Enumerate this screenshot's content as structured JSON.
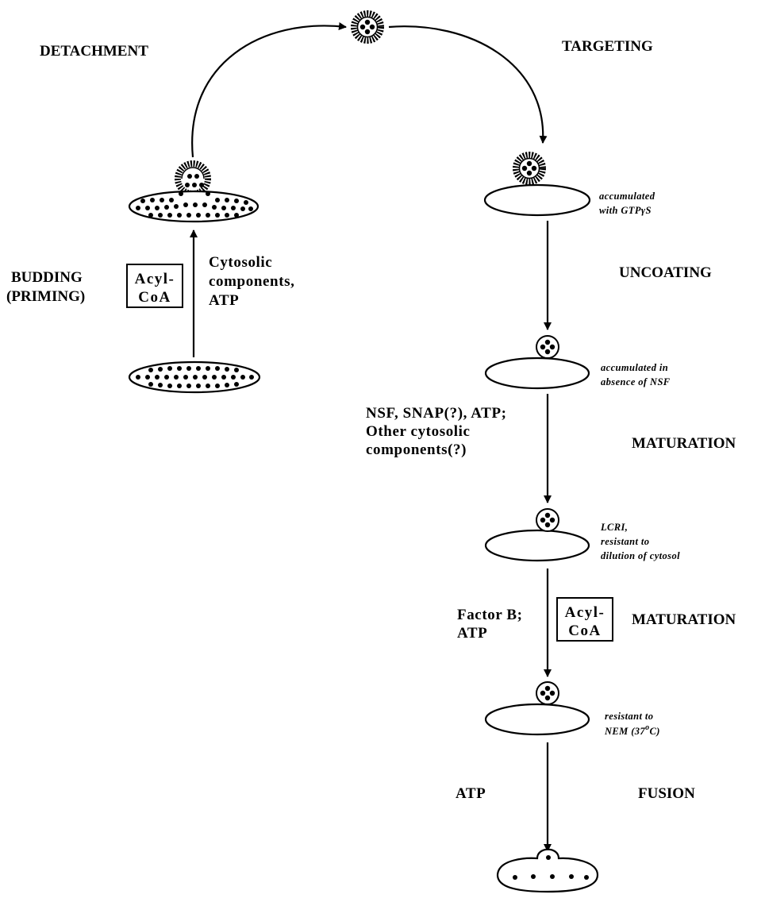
{
  "stages": {
    "detachment": "DETACHMENT",
    "targeting": "TARGETING",
    "budding": "BUDDING",
    "priming": "(PRIMING)",
    "uncoating": "UNCOATING",
    "maturation_1": "MATURATION",
    "maturation_2": "MATURATION",
    "fusion": "FUSION"
  },
  "acyl_coa": {
    "line1": "Acyl-",
    "line2": "CoA"
  },
  "conditions": {
    "budding_line1": "Cytosolic",
    "budding_line2": "components,",
    "budding_line3": "ATP",
    "maturation1_line1": "NSF, SNAP(?), ATP;",
    "maturation1_line2": "Other cytosolic",
    "maturation1_line3": "components(?)",
    "maturation2_line1": "Factor B;",
    "maturation2_line2": "ATP",
    "fusion": "ATP"
  },
  "notes": {
    "gtp_line1": "accumulated",
    "gtp_line2": "with GTPγS",
    "nsf_line1": "accumulated   in",
    "nsf_line2": "absence of NSF",
    "lcri_line1": "LCRI,",
    "lcri_line2": "resistant  to",
    "lcri_line3": "dilution   of  cytosol",
    "nem_line1": "resistant   to",
    "nem_line2": "NEM (37",
    "nem_deg": "o",
    "nem_line3": "C)"
  }
}
